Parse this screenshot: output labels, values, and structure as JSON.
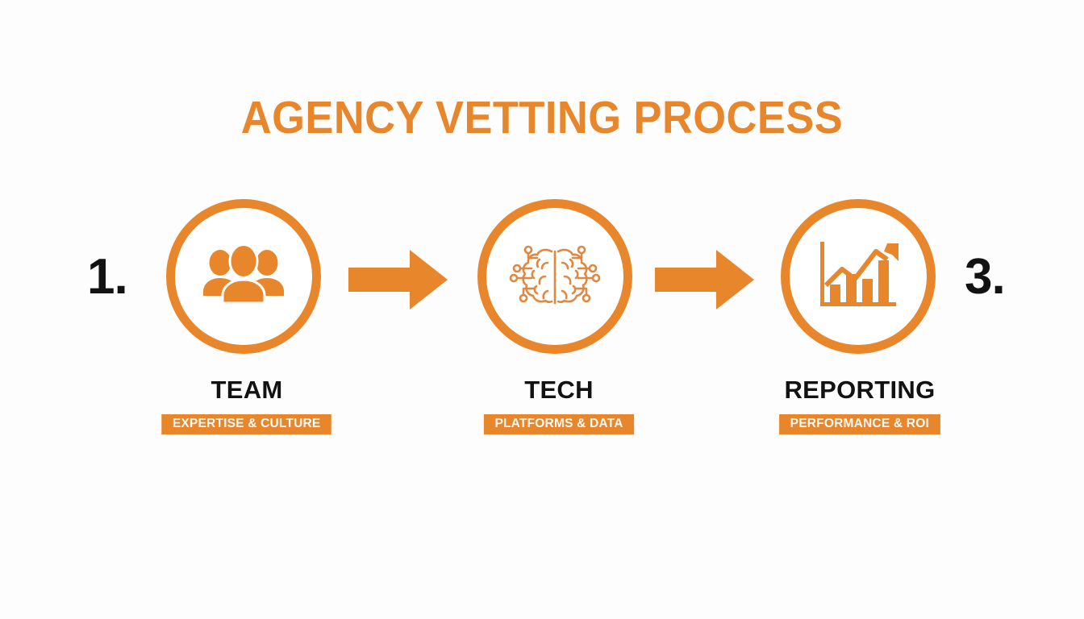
{
  "slide": {
    "title": "AGENCY VETTING PROCESS",
    "background_color": "#FDFDFE",
    "accent_color": "#E8862C",
    "text_color": "#121212"
  },
  "markers": {
    "left": "1.",
    "right": "3."
  },
  "steps": [
    {
      "icon": "team-people-icon",
      "title": "TEAM",
      "badge": "EXPERTISE & CULTURE"
    },
    {
      "icon": "brain-circuit-icon",
      "title": "TECH",
      "badge": "PLATFORMS & DATA"
    },
    {
      "icon": "growth-chart-icon",
      "title": "REPORTING",
      "badge": "PERFORMANCE & ROI"
    }
  ],
  "connectors": [
    {
      "icon": "arrow-right-icon"
    },
    {
      "icon": "arrow-right-icon"
    }
  ]
}
